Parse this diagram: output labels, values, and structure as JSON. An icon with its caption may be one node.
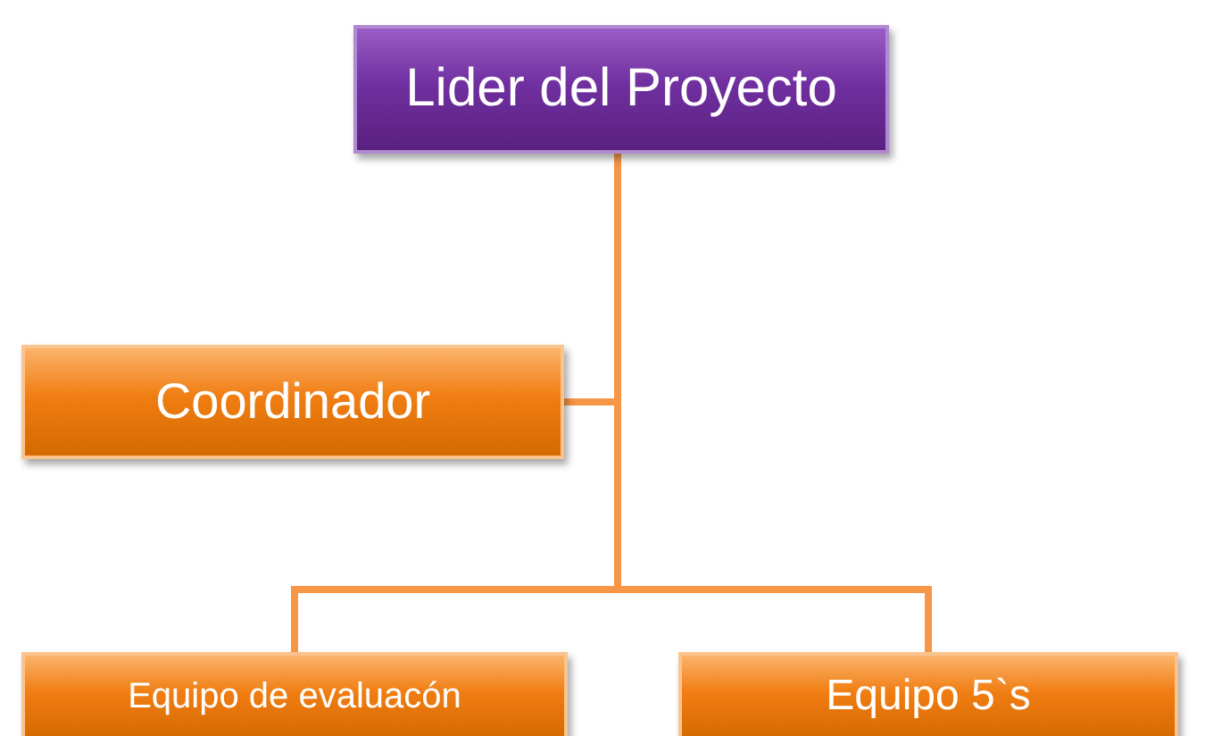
{
  "diagram": {
    "nodes": [
      {
        "text": [
          "Lider del Proyecto"
        ]
      },
      {
        "text": [
          "Coordinador"
        ]
      },
      {
        "text": [
          "Equipo de evaluacón"
        ]
      },
      {
        "text": [
          "Equipo 5`s"
        ]
      }
    ],
    "edges": [
      {
        "from": 0,
        "to": 1,
        "arrow": "none"
      },
      {
        "from": 0,
        "to": 2,
        "arrow": "none"
      },
      {
        "from": 0,
        "to": 3,
        "arrow": "none"
      }
    ]
  }
}
